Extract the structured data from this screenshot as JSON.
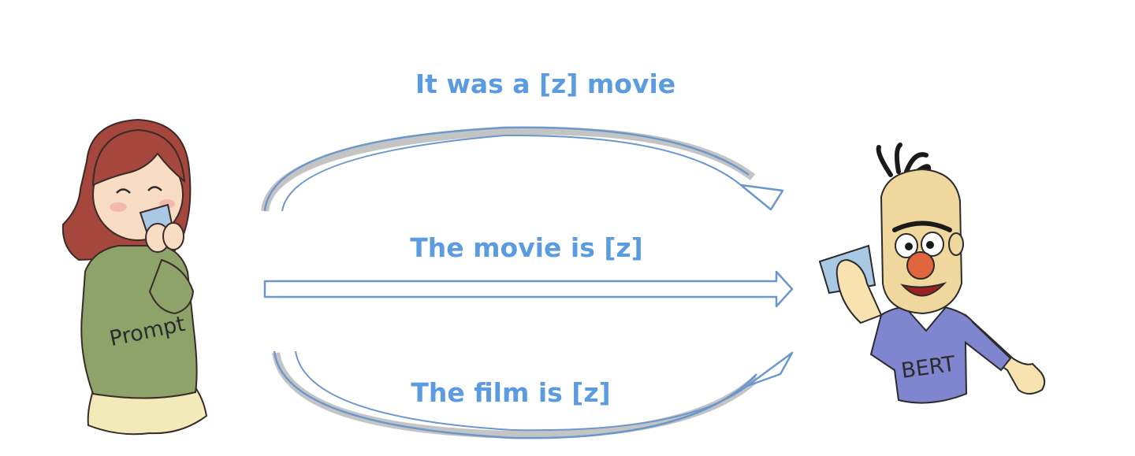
{
  "prompts": [
    {
      "text": "It was a [z] movie"
    },
    {
      "text": "The movie is [z]"
    },
    {
      "text": "The film is [z]"
    }
  ],
  "characters": {
    "girl": {
      "shirt_text": "Prompt",
      "icon": "girl-with-paper-cup-icon"
    },
    "bert": {
      "shirt_text": "BERT",
      "icon": "bert-with-paper-cup-icon"
    }
  },
  "colors": {
    "label": "#5b9be0",
    "arrow_stroke": "#6b97cc",
    "arrow_shadow": "#c4c4c4",
    "girl_hair": "#a5473d",
    "girl_shirt": "#8da36a",
    "girl_skirt": "#f2eab8",
    "skin": "#f8dcc4",
    "cup": "#a9c8e4",
    "bert_face": "#efd79e",
    "bert_nose": "#e0643d",
    "bert_sweater": "#7f85cf"
  }
}
